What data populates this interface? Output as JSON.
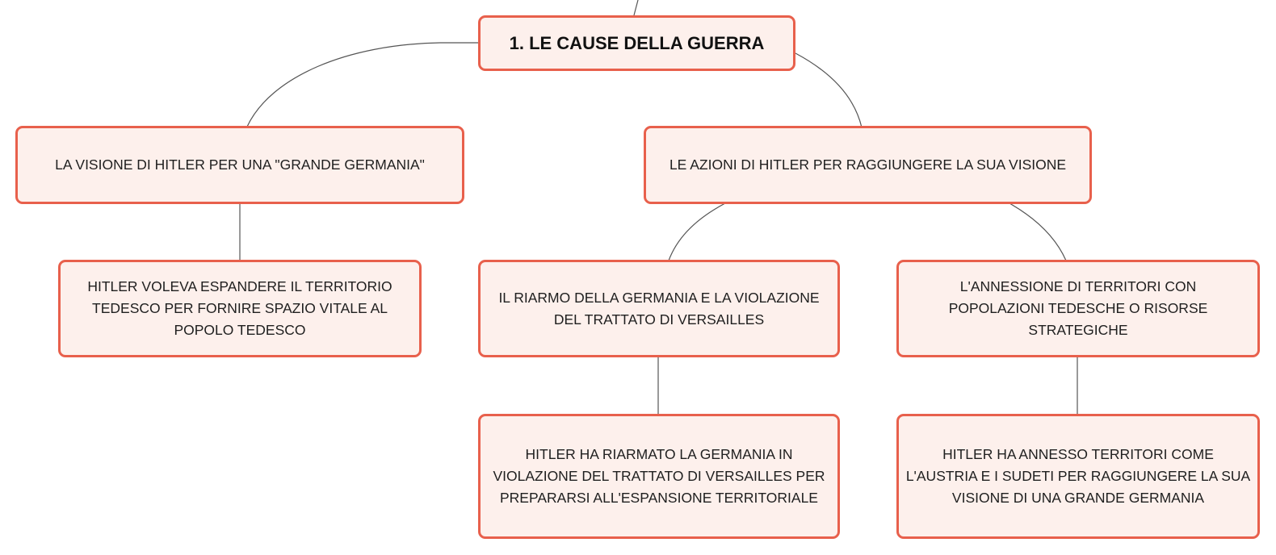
{
  "diagram": {
    "root": {
      "label": "1. LE CAUSE DELLA GUERRA"
    },
    "branch_vision": {
      "label": "LA VISIONE DI HITLER PER UNA \"GRANDE GERMANIA\""
    },
    "branch_actions": {
      "label": "LE AZIONI DI HITLER PER RAGGIUNGERE LA SUA VISIONE"
    },
    "vision_detail": {
      "label": "HITLER VOLEVA ESPANDERE IL TERRITORIO TEDESCO PER FORNIRE SPAZIO VITALE AL POPOLO TEDESCO"
    },
    "rearmament": {
      "label": "IL RIARMO DELLA GERMANIA E LA VIOLAZIONE DEL TRATTATO DI VERSAILLES"
    },
    "annexation": {
      "label": "L'ANNESSIONE DI TERRITORI CON POPOLAZIONI TEDESCHE O RISORSE STRATEGICHE"
    },
    "rearmament_detail": {
      "label": "HITLER HA RIARMATO LA GERMANIA IN VIOLAZIONE DEL TRATTATO DI VERSAILLES PER PREPARARSI ALL'ESPANSIONE TERRITORIALE"
    },
    "annexation_detail": {
      "label": "HITLER HA ANNESSO TERRITORI COME L'AUSTRIA E I SUDETI PER RAGGIUNGERE LA SUA VISIONE DI UNA GRANDE GERMANIA"
    }
  },
  "colors": {
    "node_border": "#e8604c",
    "node_fill": "#fdf0ec",
    "connector": "#555555"
  }
}
